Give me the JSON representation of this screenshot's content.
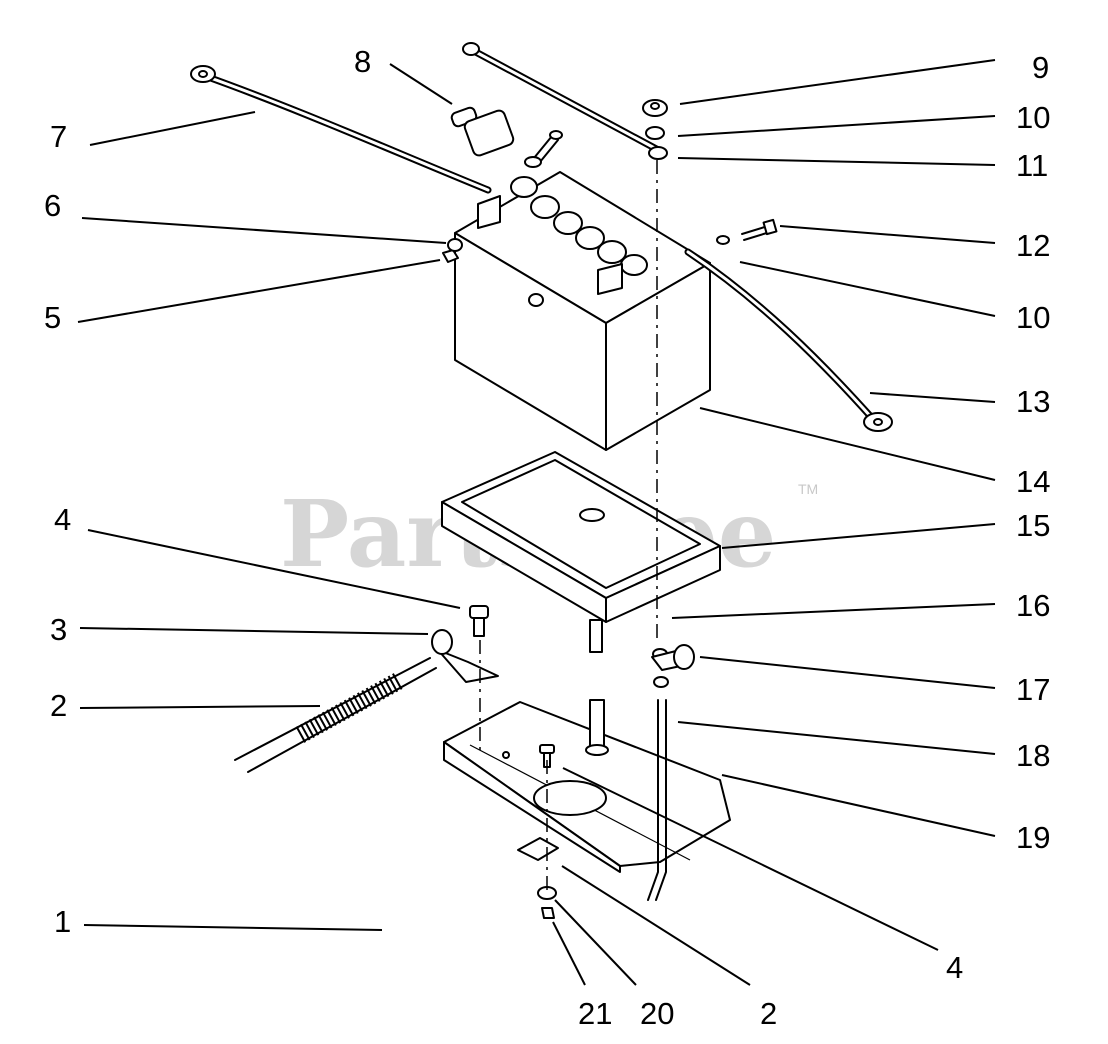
{
  "watermark": {
    "text": "PartsTree",
    "mark": "TM"
  },
  "callouts": [
    {
      "id": "1",
      "label": "1"
    },
    {
      "id": "2a",
      "label": "2"
    },
    {
      "id": "2b",
      "label": "2"
    },
    {
      "id": "3",
      "label": "3"
    },
    {
      "id": "4a",
      "label": "4"
    },
    {
      "id": "4b",
      "label": "4"
    },
    {
      "id": "5",
      "label": "5"
    },
    {
      "id": "6",
      "label": "6"
    },
    {
      "id": "7",
      "label": "7"
    },
    {
      "id": "8",
      "label": "8"
    },
    {
      "id": "9",
      "label": "9"
    },
    {
      "id": "10a",
      "label": "10"
    },
    {
      "id": "10b",
      "label": "10"
    },
    {
      "id": "11",
      "label": "11"
    },
    {
      "id": "12",
      "label": "12"
    },
    {
      "id": "13",
      "label": "13"
    },
    {
      "id": "14",
      "label": "14"
    },
    {
      "id": "15",
      "label": "15"
    },
    {
      "id": "16",
      "label": "16"
    },
    {
      "id": "17",
      "label": "17"
    },
    {
      "id": "18",
      "label": "18"
    },
    {
      "id": "19",
      "label": "19"
    },
    {
      "id": "20",
      "label": "20"
    },
    {
      "id": "21",
      "label": "21"
    }
  ]
}
